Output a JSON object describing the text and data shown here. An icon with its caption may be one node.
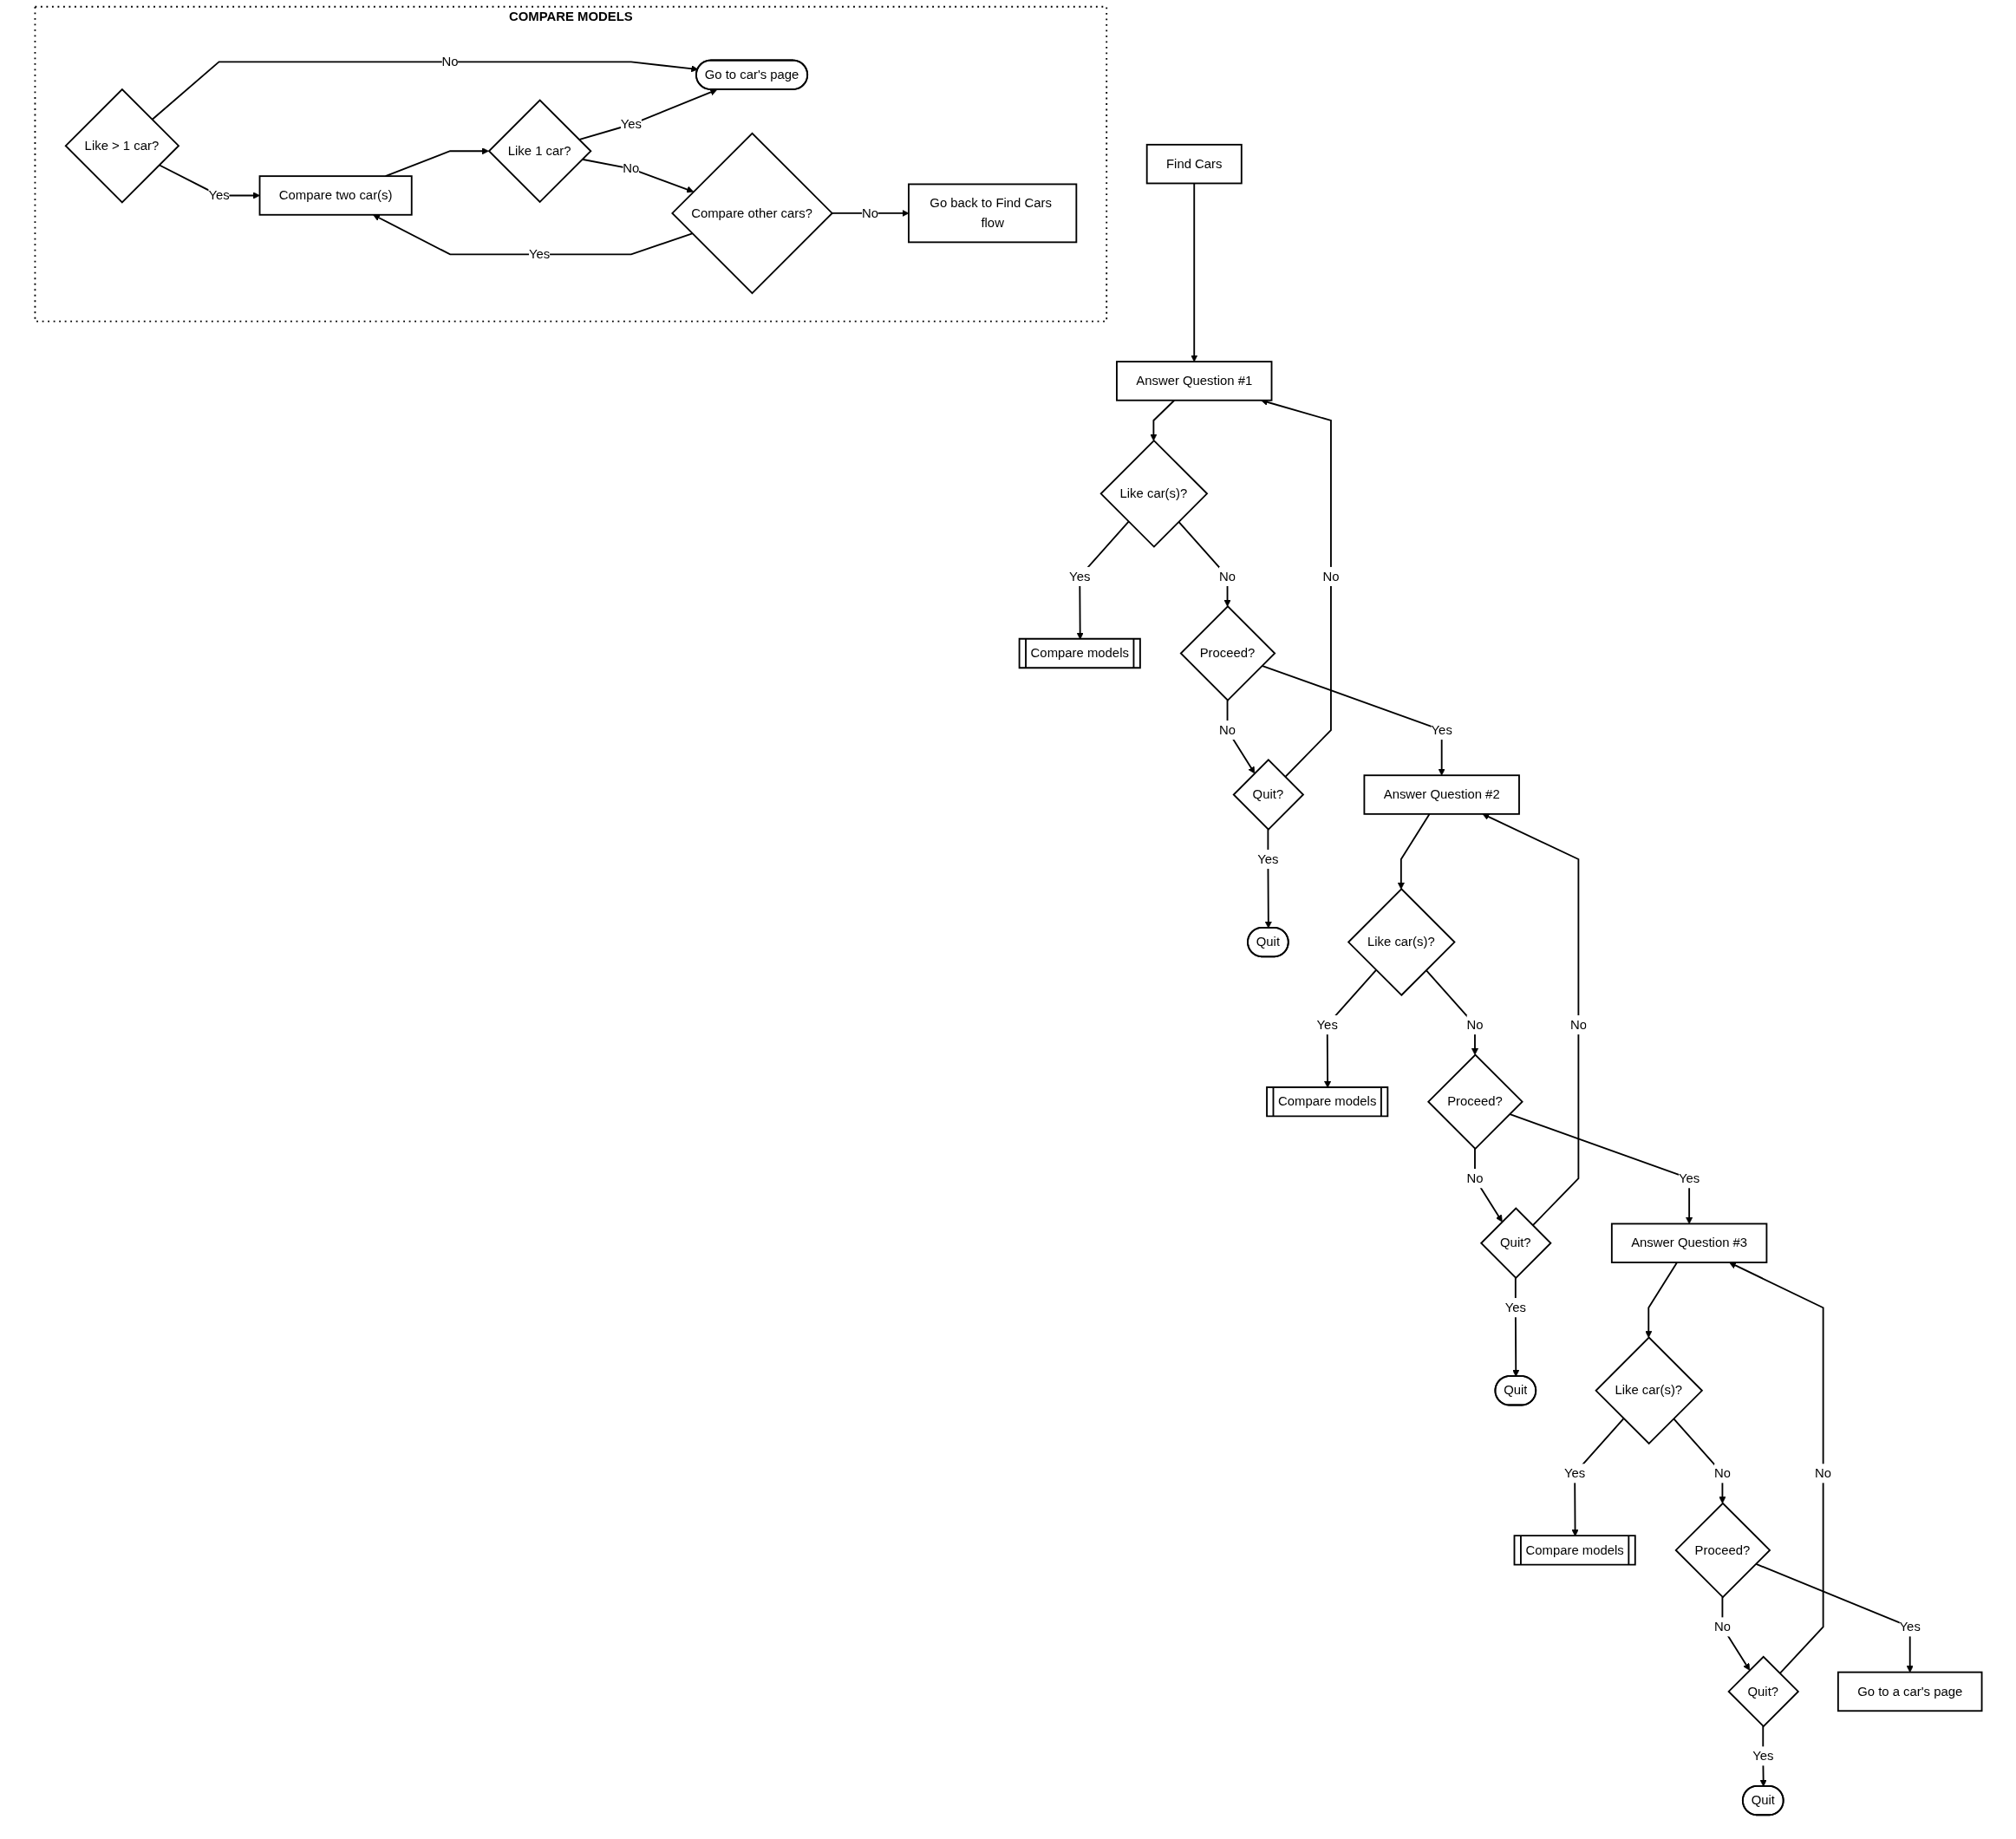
{
  "diagram": {
    "nodes": [
      {
        "text": [
          "Find Cars"
        ]
      },
      {
        "text": [
          "Answer Question #1"
        ]
      },
      {
        "text": [
          "Like car(s)?"
        ]
      },
      {
        "text": [
          "Compare models"
        ]
      },
      {
        "text": [
          "Quit"
        ]
      },
      {
        "text": [
          "Quit?"
        ]
      },
      {
        "text": [
          "Proceed?"
        ]
      },
      {
        "text": [
          "Answer Question #2"
        ]
      },
      {
        "text": [
          "Like car(s)?"
        ]
      },
      {
        "text": [
          "Compare models"
        ]
      },
      {
        "text": [
          "Quit"
        ]
      },
      {
        "text": [
          "Quit?"
        ]
      },
      {
        "text": [
          "Proceed?"
        ]
      },
      {
        "text": [
          "Answer Question #3"
        ]
      },
      {
        "text": [
          "Like car(s)?"
        ]
      },
      {
        "text": [
          "Compare models"
        ]
      },
      {
        "text": [
          "Quit"
        ]
      },
      {
        "text": [
          "Quit?"
        ]
      },
      {
        "text": [
          "Proceed?"
        ]
      },
      {
        "text": [
          "Go to a car's page"
        ]
      },
      {
        "text": [
          "COMPARE MODELS"
        ]
      },
      {
        "text": [
          "Like > 1 car?"
        ],
        "in": 20
      },
      {
        "text": [
          "Compare two car(s)"
        ],
        "in": 20
      },
      {
        "text": [
          "Like 1 car?"
        ],
        "in": 20
      },
      {
        "text": [
          "Compare other cars?"
        ],
        "in": 20
      },
      {
        "text": [
          "Go back to Find Cars flow"
        ],
        "in": 20
      },
      {
        "text": [
          "Go to car's page"
        ],
        "in": 20
      }
    ],
    "edges": [
      {
        "from": 0,
        "to": 1,
        "arrow": "to"
      },
      {
        "from": 1,
        "to": 2,
        "arrow": "to"
      },
      {
        "from": 2,
        "to": 3,
        "label": "Yes",
        "arrow": "to"
      },
      {
        "from": 2,
        "to": 6,
        "label": "No",
        "arrow": "to"
      },
      {
        "from": 6,
        "to": 5,
        "label": "No",
        "arrow": "to"
      },
      {
        "from": 5,
        "to": 4,
        "label": "Yes",
        "arrow": "to"
      },
      {
        "from": 5,
        "to": 1,
        "label": "No",
        "arrow": "to"
      },
      {
        "from": 6,
        "to": 7,
        "label": "Yes",
        "arrow": "to"
      },
      {
        "from": 7,
        "to": 8,
        "arrow": "to"
      },
      {
        "from": 8,
        "to": 9,
        "label": "Yes",
        "arrow": "to"
      },
      {
        "from": 8,
        "to": 12,
        "label": "No",
        "arrow": "to"
      },
      {
        "from": 12,
        "to": 11,
        "label": "No",
        "arrow": "to"
      },
      {
        "from": 11,
        "to": 10,
        "label": "Yes",
        "arrow": "to"
      },
      {
        "from": 11,
        "to": 7,
        "label": "No",
        "arrow": "to"
      },
      {
        "from": 12,
        "to": 13,
        "label": "Yes",
        "arrow": "to"
      },
      {
        "from": 13,
        "to": 14,
        "arrow": "to"
      },
      {
        "from": 14,
        "to": 15,
        "label": "Yes",
        "arrow": "to"
      },
      {
        "from": 14,
        "to": 18,
        "label": "No",
        "arrow": "to"
      },
      {
        "from": 18,
        "to": 17,
        "label": "No",
        "arrow": "to"
      },
      {
        "from": 17,
        "to": 16,
        "label": "Yes",
        "arrow": "to"
      },
      {
        "from": 17,
        "to": 13,
        "label": "No",
        "arrow": "to"
      },
      {
        "from": 18,
        "to": 19,
        "label": "Yes",
        "arrow": "to"
      },
      {
        "from": 21,
        "to": 22,
        "label": "Yes",
        "arrow": "to"
      },
      {
        "from": 21,
        "to": 26,
        "label": "No",
        "arrow": "to"
      },
      {
        "from": 22,
        "to": 23,
        "arrow": "to"
      },
      {
        "from": 23,
        "to": 24,
        "label": "No",
        "arrow": "to"
      },
      {
        "from": 23,
        "to": 26,
        "label": "Yes",
        "arrow": "to"
      },
      {
        "from": 24,
        "to": 22,
        "label": "Yes",
        "arrow": "to"
      },
      {
        "from": 24,
        "to": 25,
        "label": "No",
        "arrow": "to"
      }
    ]
  }
}
